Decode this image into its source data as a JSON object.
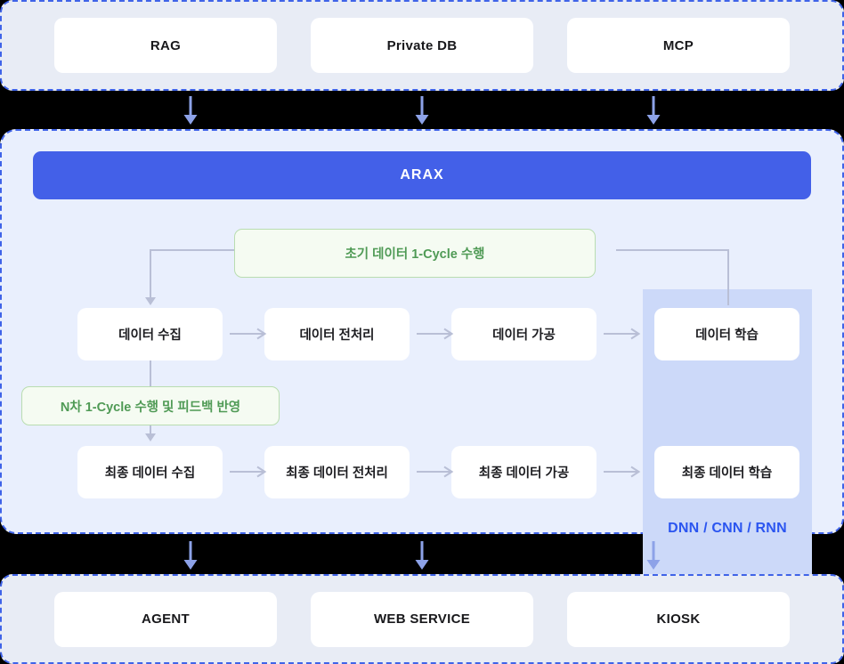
{
  "colors": {
    "accent_blue": "#4360e8",
    "band_bg": "#e8ecf5",
    "panel_bg": "#e9effd",
    "highlight_column": "#ccd9f9",
    "green_text": "#4f9a55",
    "green_bg": "#f5fbf2",
    "green_border": "#b9ddb0",
    "connector": "#b9bfd6",
    "flow_arrow": "#8da2e8",
    "dnn_text": "#2b55f0",
    "card_bg": "#ffffff",
    "dashed_border": "#3f63e8"
  },
  "top_band": {
    "cards": [
      {
        "label": "RAG"
      },
      {
        "label": "Private DB"
      },
      {
        "label": "MCP"
      }
    ]
  },
  "flow_arrows_top": [
    {
      "name": "flow-arrow-rag"
    },
    {
      "name": "flow-arrow-private-db"
    },
    {
      "name": "flow-arrow-mcp"
    }
  ],
  "middle_panel": {
    "banner": {
      "label": "ARAX"
    },
    "annotations": {
      "initial_cycle": "초기 데이터 1-Cycle 수행",
      "nth_cycle": "N차 1-Cycle 수행 및 피드백 반영"
    },
    "highlight": {
      "label": "DNN / CNN / RNN"
    },
    "pipeline_row_1": [
      {
        "label": "데이터 수집"
      },
      {
        "label": "데이터 전처리"
      },
      {
        "label": "데이터 가공"
      },
      {
        "label": "데이터 학습"
      }
    ],
    "pipeline_row_2": [
      {
        "label": "최종 데이터 수집"
      },
      {
        "label": "최종 데이터 전처리"
      },
      {
        "label": "최종 데이터 가공"
      },
      {
        "label": "최종 데이터 학습"
      }
    ]
  },
  "flow_arrows_bottom": [
    {
      "name": "flow-arrow-agent"
    },
    {
      "name": "flow-arrow-web-service"
    },
    {
      "name": "flow-arrow-kiosk"
    }
  ],
  "bottom_band": {
    "cards": [
      {
        "label": "AGENT"
      },
      {
        "label": "WEB SERVICE"
      },
      {
        "label": "KIOSK"
      }
    ]
  }
}
